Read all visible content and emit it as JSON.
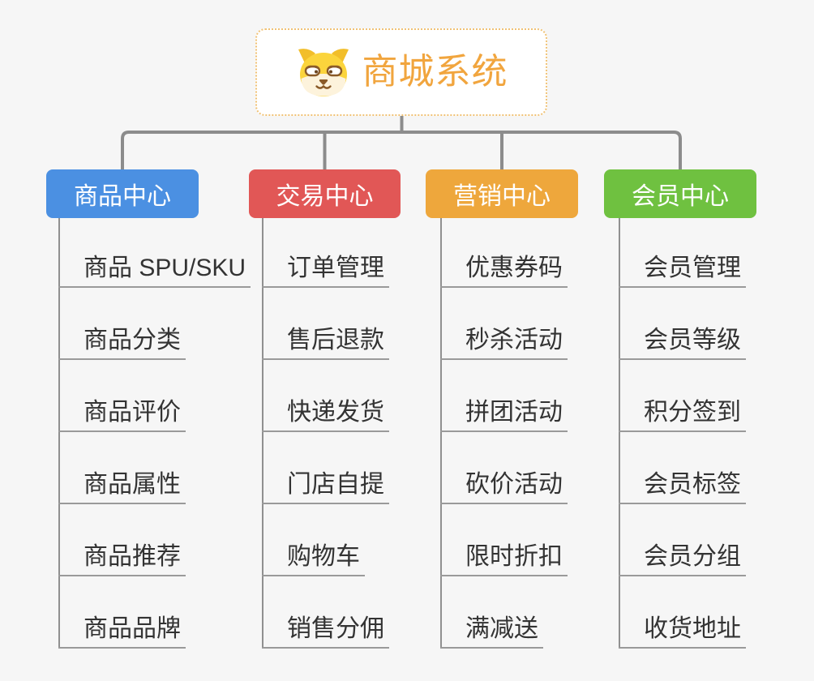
{
  "root": {
    "title": "商城系统",
    "icon": "dog-face-icon",
    "text_color": "#F1A53E",
    "border_color": "#F0C275"
  },
  "branches": [
    {
      "label": "商品中心",
      "color": "#4B90E2",
      "items": [
        "商品 SPU/SKU",
        "商品分类",
        "商品评价",
        "商品属性",
        "商品推荐",
        "商品品牌"
      ]
    },
    {
      "label": "交易中心",
      "color": "#E15756",
      "items": [
        "订单管理",
        "售后退款",
        "快递发货",
        "门店自提",
        "购物车",
        "销售分佣"
      ]
    },
    {
      "label": "营销中心",
      "color": "#EEA73C",
      "items": [
        "优惠券码",
        "秒杀活动",
        "拼团活动",
        "砍价活动",
        "限时折扣",
        "满减送"
      ]
    },
    {
      "label": "会员中心",
      "color": "#6FC140",
      "items": [
        "会员管理",
        "会员等级",
        "积分签到",
        "会员标签",
        "会员分组",
        "收货地址"
      ]
    }
  ],
  "colors": {
    "background": "#F6F6F6",
    "main_connector": "#8C8C8C",
    "child_line": "#9A9A9A",
    "child_text": "#333333"
  }
}
